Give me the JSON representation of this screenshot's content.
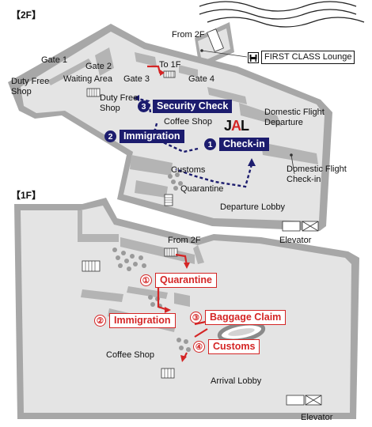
{
  "floors": {
    "upper": "【2F】",
    "lower": "【1F】"
  },
  "upper_labels": {
    "from_2f": "From 2F",
    "first_class_lounge": "FIRST CLASS Lounge",
    "gate1": "Gate 1",
    "gate2": "Gate 2",
    "to_1f": "To 1F",
    "gate3": "Gate 3",
    "gate4": "Gate 4",
    "duty_free_shop_left": "Duty Free\nShop",
    "waiting_area": "Waiting Area",
    "duty_free_shop_center": "Duty Free\nShop",
    "coffee_shop": "Coffee Shop",
    "domestic_flight_departure": "Domestic Flight\nDeparture",
    "customs": "Customs",
    "quarantine": "Quarantine",
    "domestic_flight_checkin": "Domestic Flight\nCheck-in",
    "departure_lobby": "Departure Lobby",
    "elevator": "Elevator"
  },
  "departure_steps": [
    {
      "num": "3",
      "label": "Security Check"
    },
    {
      "num": "2",
      "label": "Immigration"
    },
    {
      "num": "1",
      "label": "Check-in"
    }
  ],
  "airline_logo": {
    "left": "J",
    "middle": "A",
    "right": "L"
  },
  "lower_labels": {
    "from_2f": "From 2F",
    "coffee_shop": "Coffee Shop",
    "arrival_lobby": "Arrival Lobby",
    "elevator": "Elevator"
  },
  "arrival_steps": [
    {
      "num": "①",
      "label": "Quarantine"
    },
    {
      "num": "②",
      "label": "Immigration"
    },
    {
      "num": "③",
      "label": "Baggage Claim"
    },
    {
      "num": "④",
      "label": "Customs"
    }
  ],
  "colors": {
    "departure": "#1c1c6e",
    "arrival": "#d42525",
    "wall": "#a5a5a5",
    "floor": "#e4e4e4"
  }
}
